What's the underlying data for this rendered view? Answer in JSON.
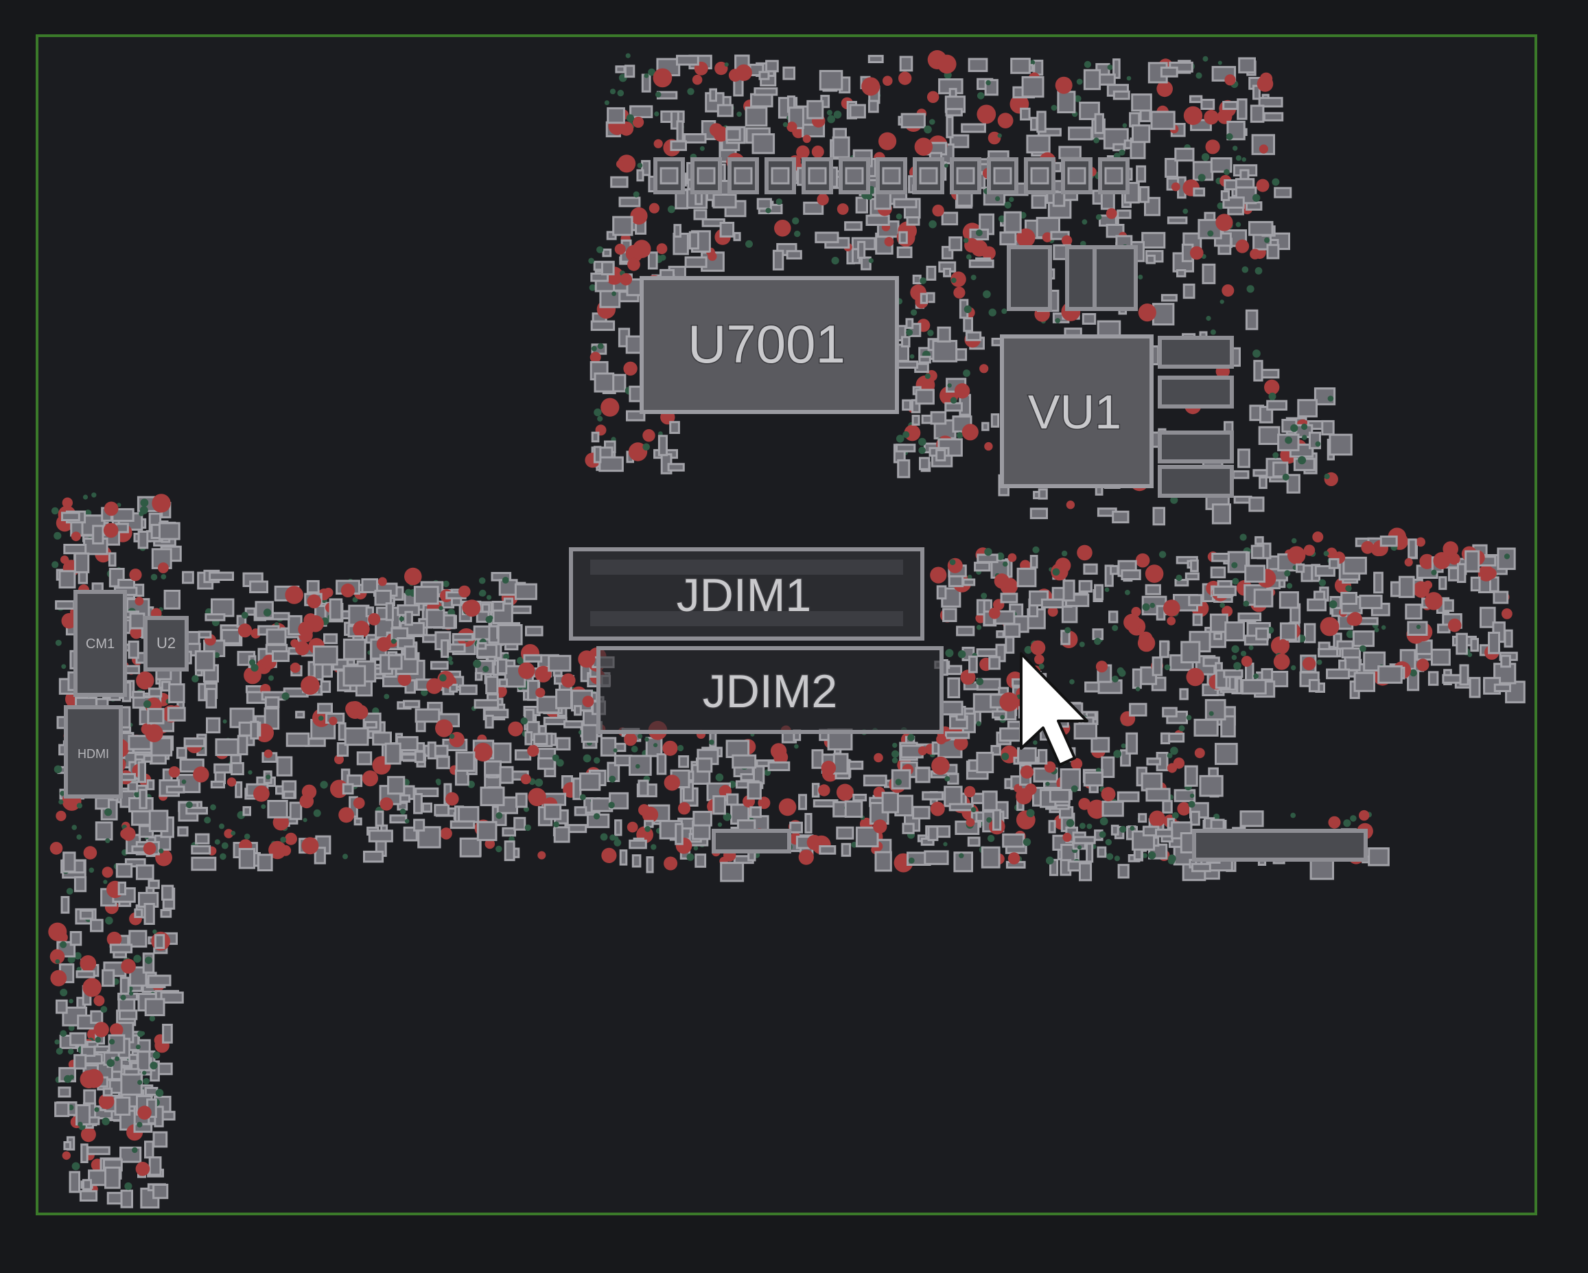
{
  "viewer": {
    "background": "#17181b",
    "board_outline_color": "#3b7a2a",
    "testpoint_color": "#a83d3d",
    "via_color": "#2f5a44"
  },
  "components": {
    "u7001": "U7001",
    "vu1": "VU1",
    "jdim1": "JDIM1",
    "jdim2": "JDIM2",
    "cm1": "CM1",
    "u2": "U2",
    "hdmi": "HDMI"
  },
  "cursor": {
    "icon": "arrow-cursor-icon"
  }
}
